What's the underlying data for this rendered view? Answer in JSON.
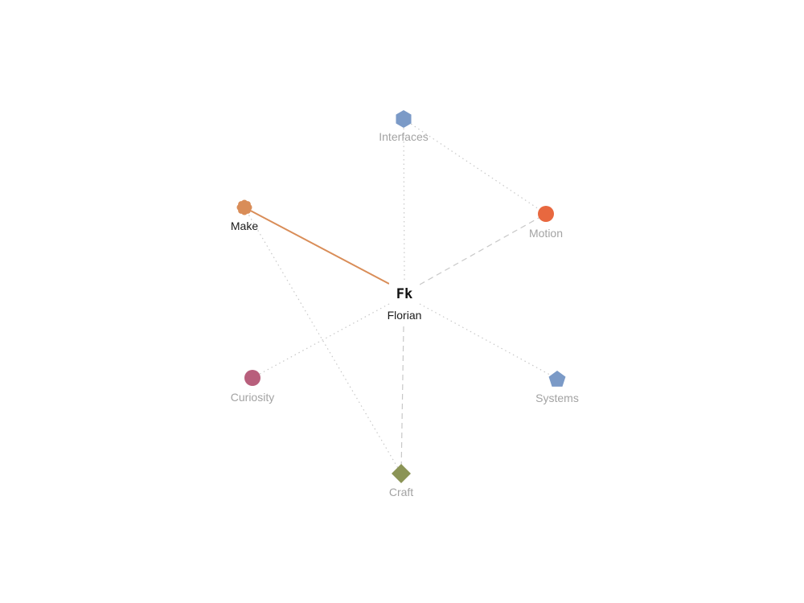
{
  "center": {
    "logo": "Fk",
    "label": "Florian"
  },
  "nodes": [
    {
      "id": "interfaces",
      "label": "Interfaces",
      "shape": "hexagon",
      "color": "#7b9ac7",
      "active": false
    },
    {
      "id": "motion",
      "label": "Motion",
      "shape": "circle",
      "color": "#e8683f",
      "active": false
    },
    {
      "id": "make",
      "label": "Make",
      "shape": "flower",
      "color": "#d98d58",
      "active": true
    },
    {
      "id": "curiosity",
      "label": "Curiosity",
      "shape": "circle",
      "color": "#b85f7c",
      "active": false
    },
    {
      "id": "systems",
      "label": "Systems",
      "shape": "pentagon",
      "color": "#7b9ac7",
      "active": false
    },
    {
      "id": "craft",
      "label": "Craft",
      "shape": "diamond",
      "color": "#8b9456",
      "active": false
    }
  ],
  "edges": [
    {
      "from": "center",
      "to": "make",
      "style": "solid",
      "color": "#d98d58"
    },
    {
      "from": "center",
      "to": "interfaces",
      "style": "dotted",
      "color": "#c8c8c8"
    },
    {
      "from": "center",
      "to": "motion",
      "style": "dashed",
      "color": "#c8c8c8"
    },
    {
      "from": "center",
      "to": "curiosity",
      "style": "dotted",
      "color": "#c8c8c8"
    },
    {
      "from": "center",
      "to": "systems",
      "style": "dotted",
      "color": "#c8c8c8"
    },
    {
      "from": "center",
      "to": "craft",
      "style": "dashed",
      "color": "#c8c8c8"
    },
    {
      "from": "interfaces",
      "to": "motion",
      "style": "dotted",
      "color": "#c8c8c8"
    },
    {
      "from": "make",
      "to": "craft",
      "style": "dotted",
      "color": "#c8c8c8"
    }
  ]
}
